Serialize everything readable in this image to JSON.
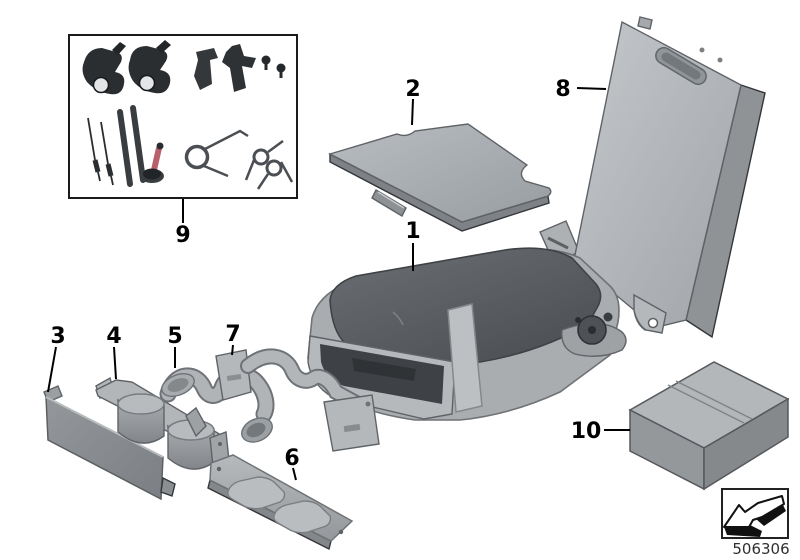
{
  "diagram": {
    "number": "506306"
  },
  "callouts": [
    {
      "label": "1"
    },
    {
      "label": "2"
    },
    {
      "label": "3"
    },
    {
      "label": "4"
    },
    {
      "label": "5"
    },
    {
      "label": "6"
    },
    {
      "label": "7"
    },
    {
      "label": "8"
    },
    {
      "label": "9"
    },
    {
      "label": "10"
    }
  ],
  "icons": {
    "direction_arrow": "direction-arrow-icon"
  },
  "colors": {
    "background": "#ffffff",
    "outline": "#000000",
    "part_light": "#bcc0c4",
    "part_mid": "#9aa0a4",
    "part_dark": "#53575b",
    "recess_dark": "#3e4246",
    "hardware_dark": "#2b2e31",
    "bolt_pink": "#b9616b",
    "code_text": "#2f2f2f"
  }
}
